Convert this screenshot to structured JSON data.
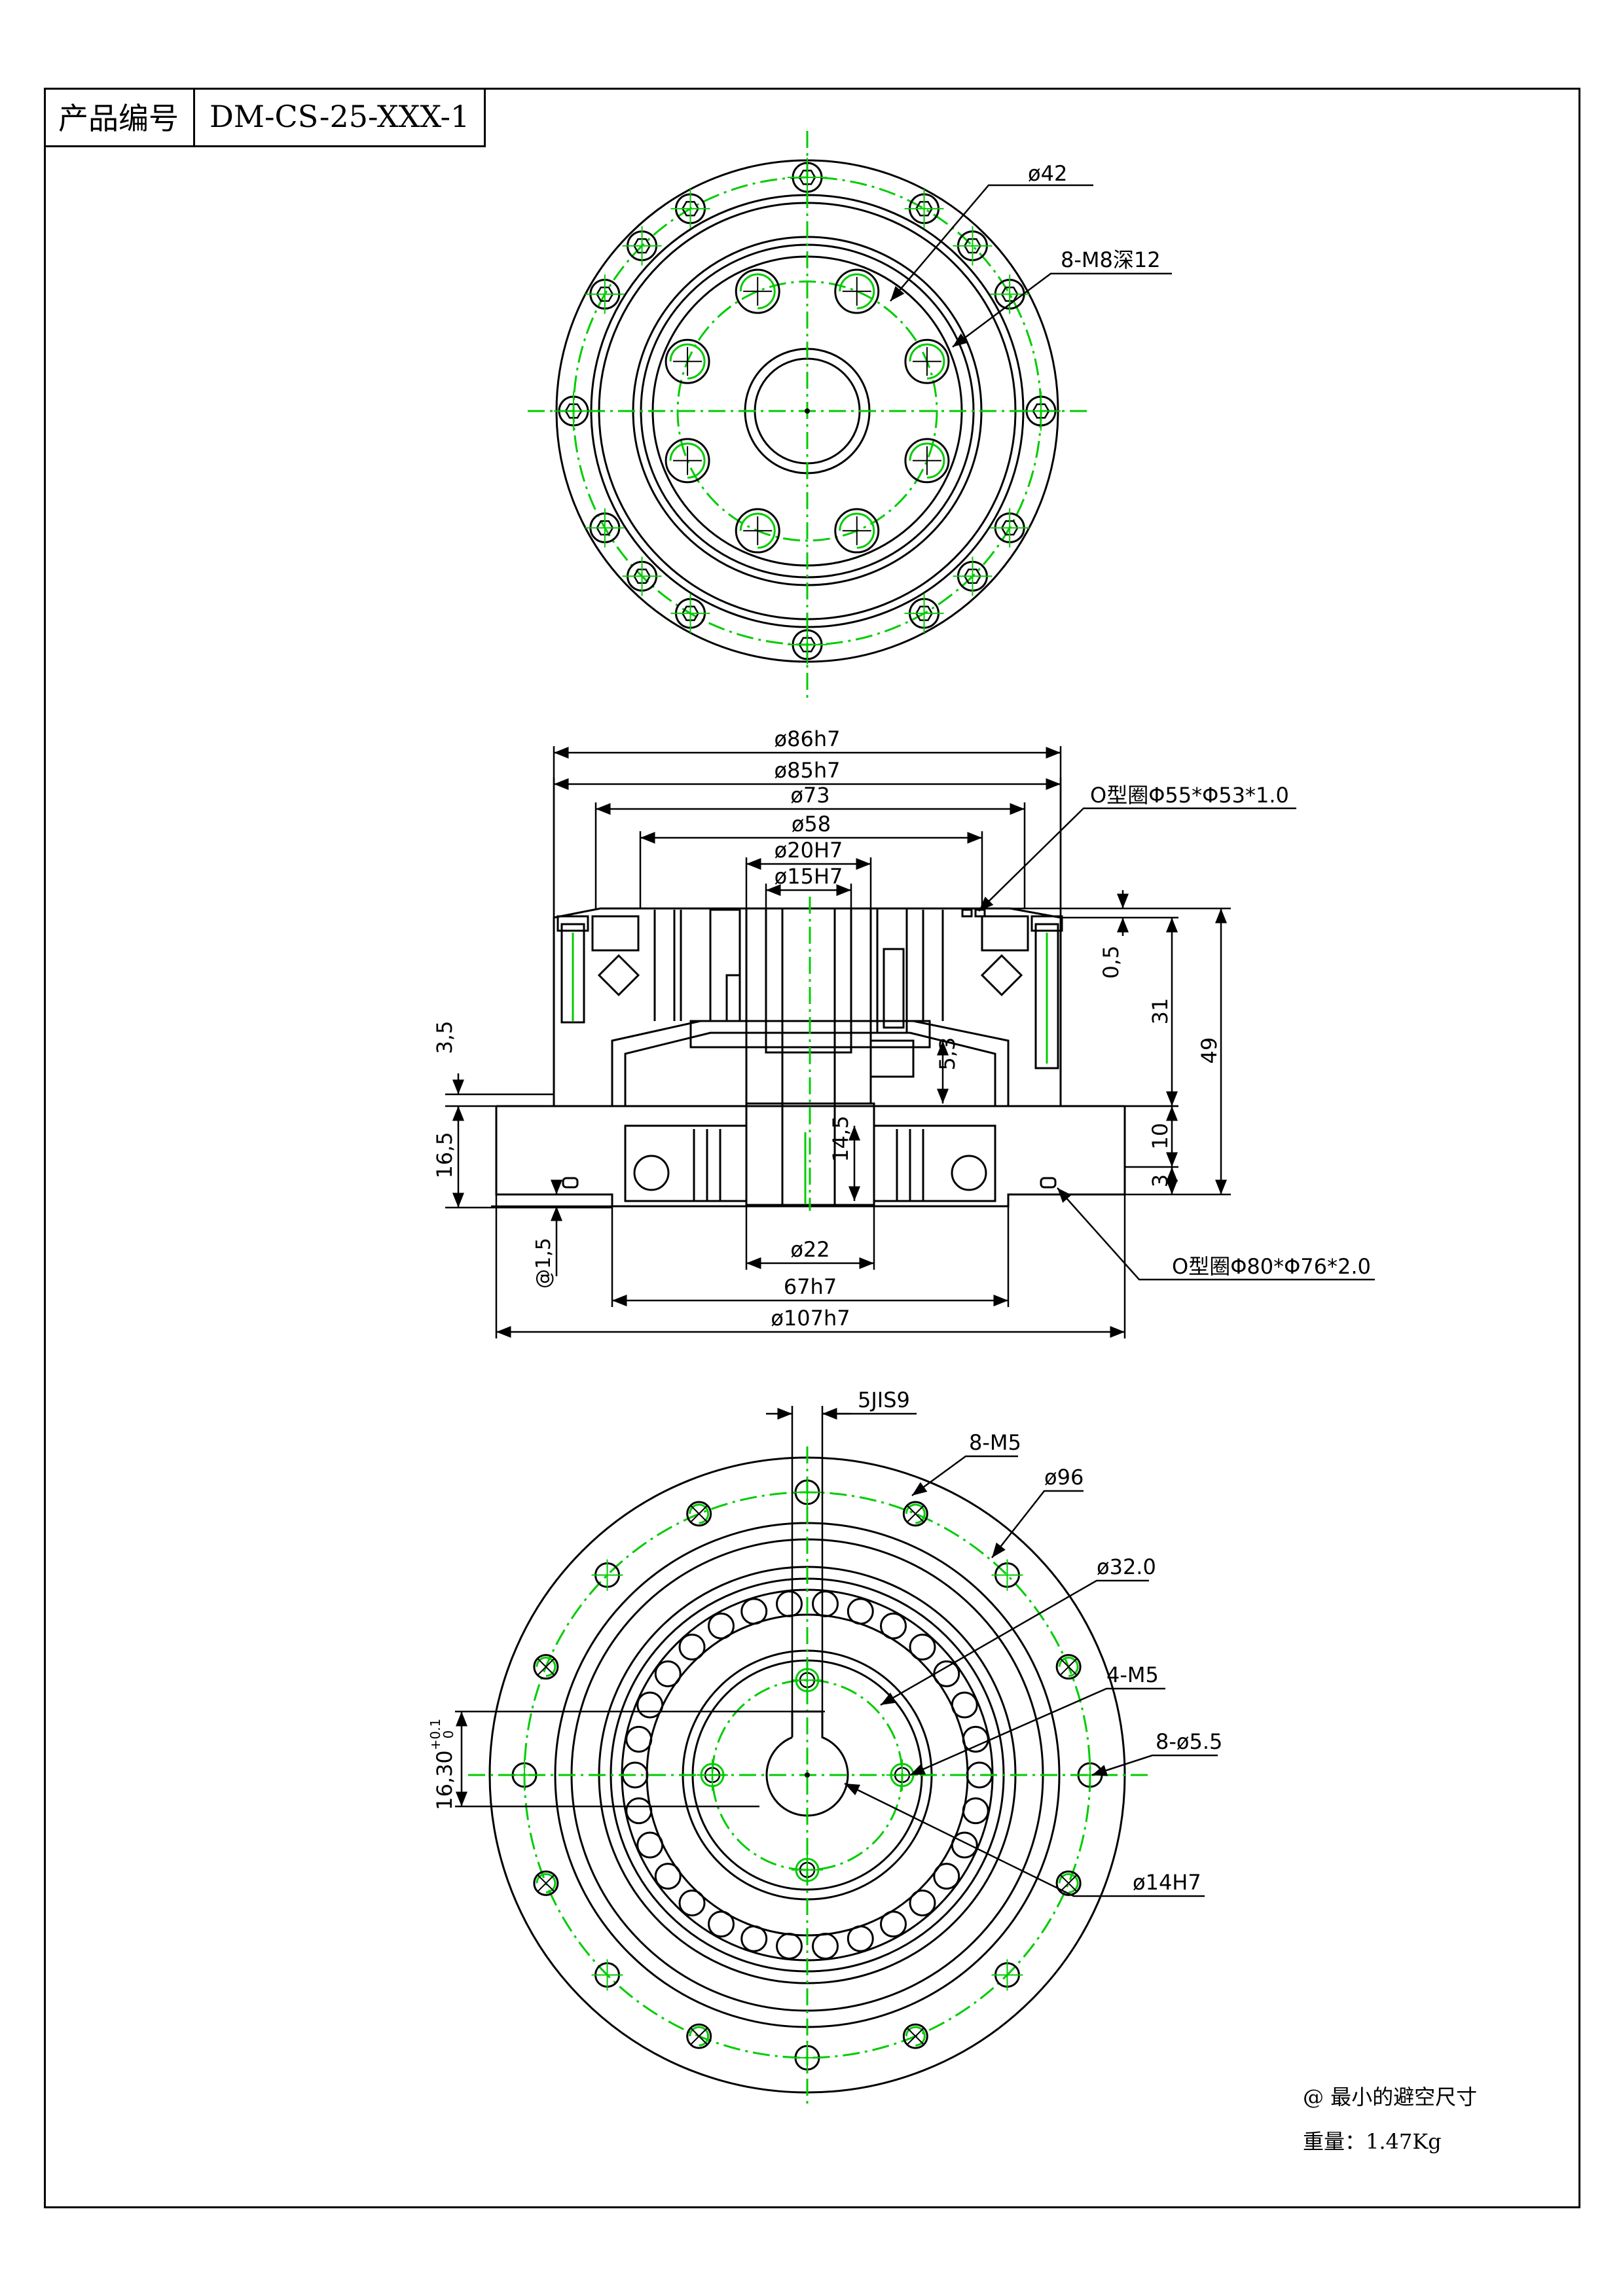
{
  "title_block": {
    "label": "产品编号",
    "value": "DM-CS-25-XXX-1"
  },
  "colors": {
    "outline": "#000000",
    "center_line": "#00cc00",
    "hole": "#00cc00"
  },
  "top_view": {
    "callouts": [
      "ø42",
      "8-M8深12"
    ]
  },
  "section_view": {
    "diameters": [
      "ø86h7",
      "ø85h7",
      "ø73",
      "ø58",
      "ø20H7",
      "ø15H7",
      "ø22",
      "67h7",
      "ø107h7"
    ],
    "heights": [
      "0,5",
      "31",
      "49",
      "3,5",
      "16,5",
      "5,3",
      "14,5",
      "10",
      "3",
      "@1,5"
    ],
    "callouts": [
      "O型圈Φ55*Φ53*1.0",
      "O型圈Φ80*Φ76*2.0"
    ]
  },
  "bottom_view": {
    "callouts": [
      "5JIS9",
      "8-M5",
      "ø96",
      "ø32.0",
      "4-M5",
      "8-ø5.5",
      "ø14H7"
    ],
    "key_height": "16,30",
    "key_tol_upper": "+0.1",
    "key_tol_lower": "0"
  },
  "notes": {
    "clearance": "@ 最小的避空尺寸",
    "weight": "重量：1.47Kg"
  }
}
